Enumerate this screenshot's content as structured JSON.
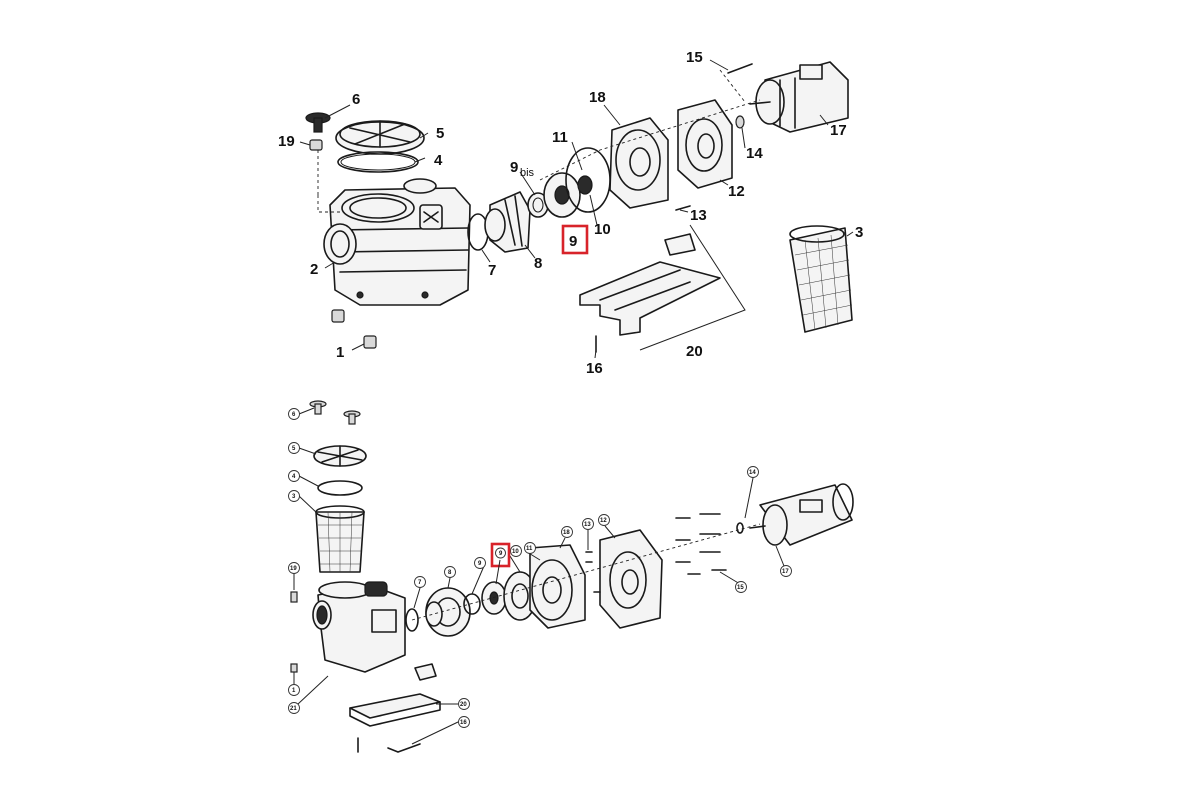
{
  "top_diagram": {
    "labels": {
      "p1": "1",
      "p2": "2",
      "p3": "3",
      "p4": "4",
      "p5": "5",
      "p6": "6",
      "p7": "7",
      "p8": "8",
      "p9bis": "9",
      "p9bis_suffix": "bis",
      "p9": "9",
      "p10": "10",
      "p11": "11",
      "p12": "12",
      "p13": "13",
      "p14": "14",
      "p15": "15",
      "p16": "16",
      "p17": "17",
      "p18": "18",
      "p19": "19",
      "p20": "20"
    }
  },
  "bottom_diagram": {
    "labels": {
      "p1": "1",
      "p3": "3",
      "p4": "4",
      "p5": "5",
      "p6": "6",
      "p7": "7",
      "p8": "8",
      "p9": "9",
      "p9bis": "9",
      "p10": "10",
      "p11": "11",
      "p12": "12",
      "p13": "13",
      "p14": "14",
      "p15": "15",
      "p16": "16",
      "p17": "17",
      "p18": "18",
      "p19": "19",
      "p20": "20",
      "p21": "21"
    }
  },
  "highlight": {
    "part": "9",
    "color": "#d8232a"
  }
}
